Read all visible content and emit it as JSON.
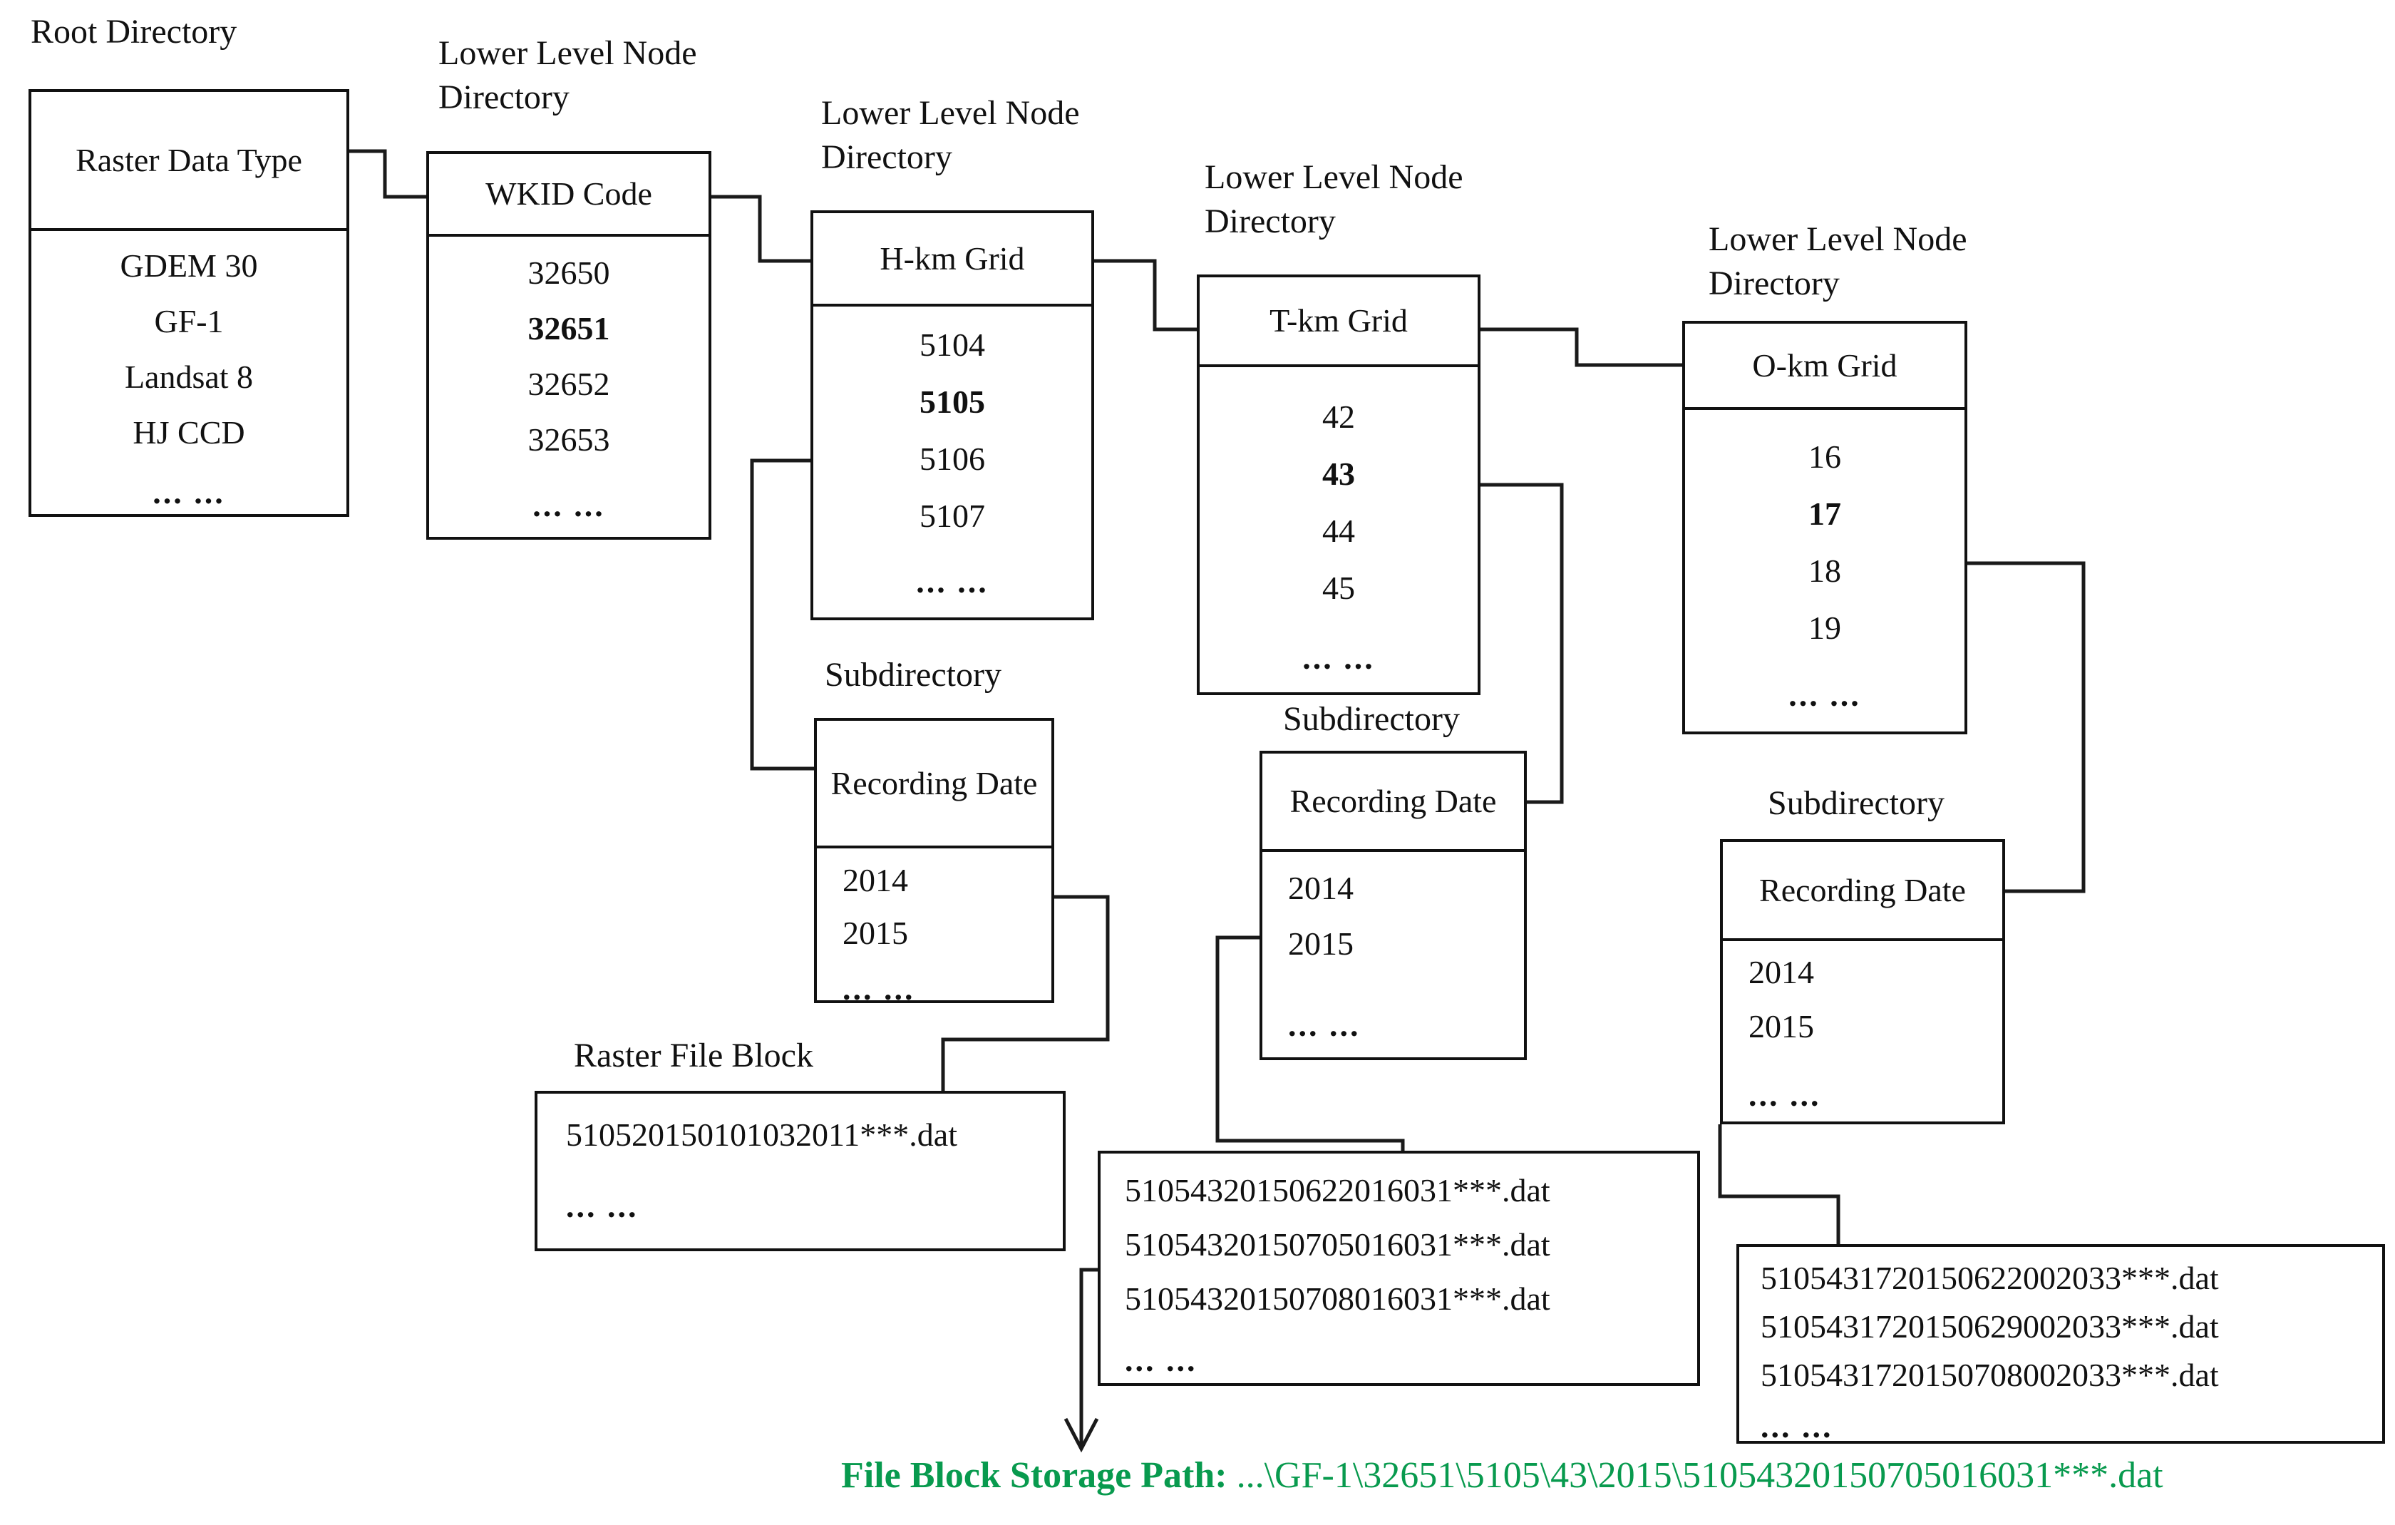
{
  "colors": {
    "line": "#1a1a1a",
    "path_green": "#089a4e"
  },
  "labels": {
    "root_directory": "Root Directory",
    "lower_level_node_directory": "Lower Level Node Directory",
    "subdirectory": "Subdirectory",
    "raster_file_block": "Raster File Block"
  },
  "nodes": {
    "raster_data_type": {
      "header": "Raster Data Type",
      "items": [
        {
          "t": "GDEM 30"
        },
        {
          "t": "GF-1"
        },
        {
          "t": "Landsat 8"
        },
        {
          "t": "HJ CCD"
        },
        {
          "t": "... ...",
          "d": true
        }
      ]
    },
    "wkid_code": {
      "header": "WKID Code",
      "items": [
        {
          "t": "32650"
        },
        {
          "t": "32651",
          "b": true
        },
        {
          "t": "32652"
        },
        {
          "t": "32653"
        },
        {
          "t": "... ...",
          "d": true
        }
      ]
    },
    "h_km_grid": {
      "header": "H-km Grid",
      "items": [
        {
          "t": "5104"
        },
        {
          "t": "5105",
          "b": true
        },
        {
          "t": "5106"
        },
        {
          "t": "5107"
        },
        {
          "t": "... ...",
          "d": true
        }
      ]
    },
    "t_km_grid": {
      "header": "T-km Grid",
      "items": [
        {
          "t": "42"
        },
        {
          "t": "43",
          "b": true
        },
        {
          "t": "44"
        },
        {
          "t": "45"
        },
        {
          "t": "... ...",
          "d": true
        }
      ]
    },
    "o_km_grid": {
      "header": "O-km Grid",
      "items": [
        {
          "t": "16"
        },
        {
          "t": "17",
          "b": true
        },
        {
          "t": "18"
        },
        {
          "t": "19"
        },
        {
          "t": "... ...",
          "d": true
        }
      ]
    },
    "recording_date_1": {
      "header": "Recording Date",
      "items": [
        {
          "t": "2014"
        },
        {
          "t": "2015"
        },
        {
          "t": "... ...",
          "d": true
        }
      ]
    },
    "recording_date_2": {
      "header": "Recording Date",
      "items": [
        {
          "t": "2014"
        },
        {
          "t": "2015"
        },
        {
          "t": "... ...",
          "d": true
        }
      ]
    },
    "recording_date_3": {
      "header": "Recording Date",
      "items": [
        {
          "t": "2014"
        },
        {
          "t": "2015"
        },
        {
          "t": "... ...",
          "d": true
        }
      ]
    }
  },
  "file_blocks": {
    "h_level": {
      "lines": [
        {
          "t": "510520150101032011***.dat"
        },
        {
          "t": "... ...",
          "d": true
        }
      ]
    },
    "t_level": {
      "lines": [
        {
          "t": "51054320150622016031***.dat"
        },
        {
          "t": "51054320150705016031***.dat"
        },
        {
          "t": "51054320150708016031***.dat"
        },
        {
          "t": "... ...",
          "d": true
        }
      ]
    },
    "o_level": {
      "lines": [
        {
          "t": "5105431720150622002033***.dat"
        },
        {
          "t": "5105431720150629002033***.dat"
        },
        {
          "t": "5105431720150708002033***.dat"
        },
        {
          "t": "... ...",
          "d": true
        }
      ]
    }
  },
  "storage_path": {
    "label": "File Block Storage Path",
    "separator": ": ",
    "path": "...\\GF-1\\32651\\5105\\43\\2015\\51054320150705016031***.dat"
  }
}
